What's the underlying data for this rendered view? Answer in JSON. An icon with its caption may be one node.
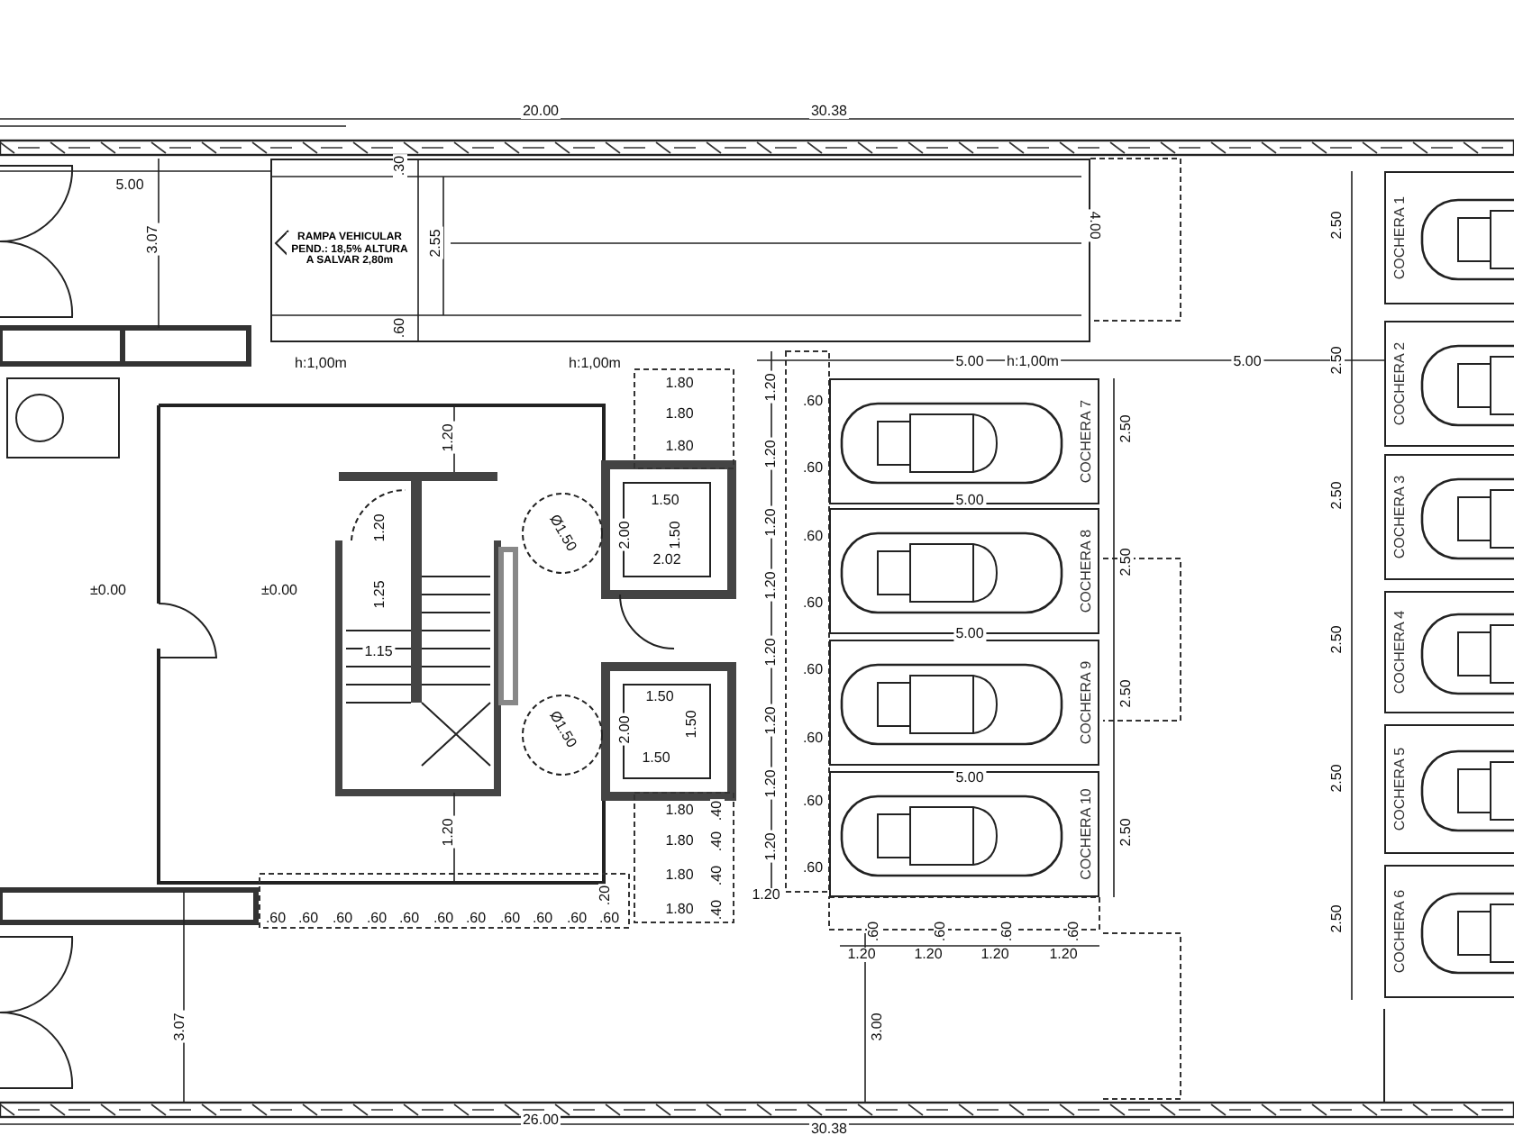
{
  "diagram": {
    "nodes": [
      {
        "text": [
          "RAMPA VEHICULAR PEND.: 18,5% ALTURA A SALVAR 2,80m"
        ]
      },
      {
        "text": [
          "COCHERA 7"
        ]
      },
      {
        "text": [
          "COCHERA 8"
        ]
      },
      {
        "text": [
          "COCHERA 9"
        ]
      },
      {
        "text": [
          "COCHERA 10"
        ]
      },
      {
        "text": [
          "COCHERA 1"
        ]
      },
      {
        "text": [
          "COCHERA 2"
        ]
      },
      {
        "text": [
          "COCHERA 3"
        ]
      },
      {
        "text": [
          "COCHERA 4"
        ]
      },
      {
        "text": [
          "COCHERA 5"
        ]
      },
      {
        "text": [
          "COCHERA 6"
        ]
      }
    ],
    "edges": [],
    "labels": [
      "20.00",
      "30.38",
      "5.00",
      "3.07",
      ".30",
      "2.55",
      ".60",
      "4.00",
      "h:1,00m",
      "h:1,00m",
      "5.00",
      "h:1,00m",
      "5.00",
      "2.50",
      "2.50",
      "2.50",
      "2.50",
      "2.50",
      "2.50",
      "1.20",
      "1.20",
      "1.20",
      "1.20",
      "1.20",
      "1.20",
      "1.20",
      "1.20",
      "1.20",
      ".60",
      ".60",
      ".60",
      ".60",
      ".60",
      ".60",
      ".60",
      ".60",
      "5.00",
      "5.00",
      "5.00",
      "2.50",
      "2.50",
      "2.50",
      "2.50",
      ".60",
      ".60",
      ".60",
      ".60",
      "1.20",
      "1.20",
      "1.20",
      "1.20",
      "3.00",
      "1.80",
      "1.80",
      "1.80",
      "1.80",
      "1.80",
      "1.80",
      "1.80",
      ".40",
      ".40",
      ".40",
      ".40",
      "1.50",
      "2.00",
      "1.50",
      "2.02",
      "1.50",
      "2.00",
      "1.50",
      "1.50",
      "Ø1.50",
      "Ø1.50",
      "±0.00",
      "±0.00",
      "1.20",
      "1.20",
      "1.25",
      "1.15",
      "1.20",
      ".60",
      ".60",
      ".60",
      ".60",
      ".60",
      ".60",
      ".60",
      ".60",
      ".60",
      ".60",
      ".60",
      ".20",
      "3.07",
      "26.00",
      "30.38"
    ]
  }
}
